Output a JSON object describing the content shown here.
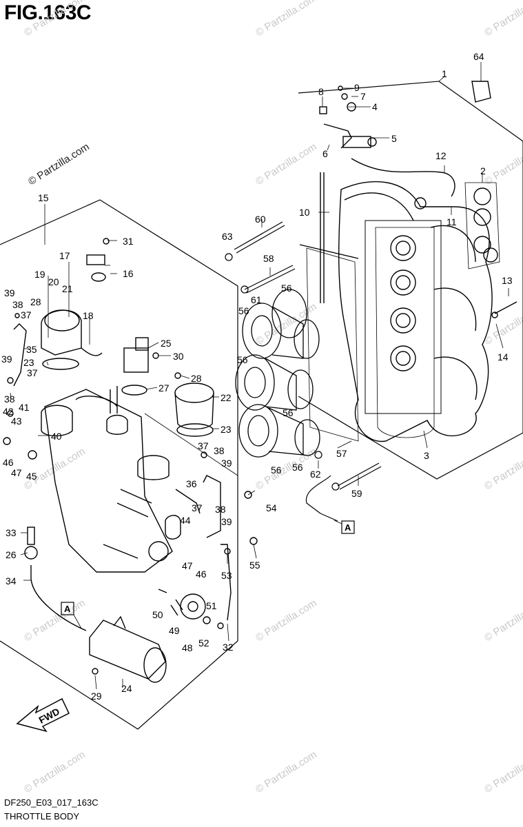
{
  "figure": {
    "title": "FIG.163C",
    "code": "DF250_E03_017_163C",
    "caption": "THROTTLE BODY"
  },
  "watermark": {
    "text": "© Partzilla.com",
    "color": "#c9c9c9"
  },
  "direction_tag": "FWD",
  "reference_tag": "A",
  "callouts": [
    "1",
    "2",
    "3",
    "4",
    "5",
    "6",
    "7",
    "8",
    "9",
    "10",
    "11",
    "12",
    "13",
    "14",
    "15",
    "16",
    "17",
    "18",
    "19",
    "20",
    "21",
    "22",
    "23",
    "24",
    "25",
    "26",
    "27",
    "28",
    "29",
    "30",
    "31",
    "32",
    "33",
    "34",
    "35",
    "36",
    "37",
    "38",
    "39",
    "40",
    "41",
    "42",
    "43",
    "44",
    "45",
    "46",
    "47",
    "48",
    "49",
    "50",
    "51",
    "52",
    "53",
    "54",
    "55",
    "56",
    "57",
    "58",
    "59",
    "60",
    "61",
    "62",
    "63",
    "64"
  ]
}
